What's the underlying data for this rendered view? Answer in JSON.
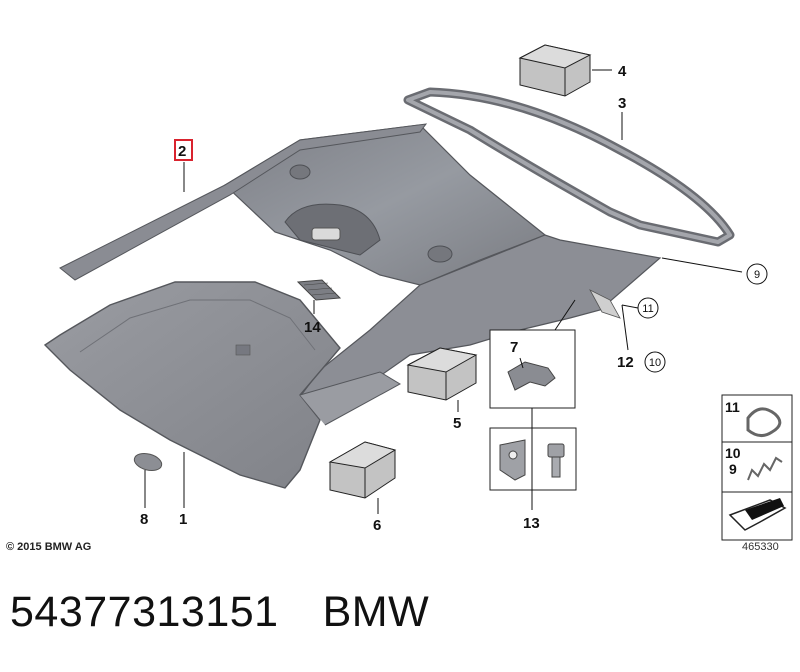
{
  "callouts": {
    "c1": "1",
    "c2": "2",
    "c3": "3",
    "c4": "4",
    "c5": "5",
    "c6": "6",
    "c7": "7",
    "c8": "8",
    "c9": "9",
    "c10": "10",
    "c11": "11",
    "c12": "12",
    "c13": "13",
    "c14": "14"
  },
  "legend": {
    "l11": "11",
    "l10": "10",
    "l9": "9"
  },
  "copyright": "© 2015 BMW AG",
  "diagram_id": "465330",
  "footer": {
    "part_number": "54377313151",
    "brand": "BMW"
  },
  "colors": {
    "highlight": "#d9232e",
    "part_fill": "#8e9097",
    "block_fill": "#bdbdbd"
  }
}
